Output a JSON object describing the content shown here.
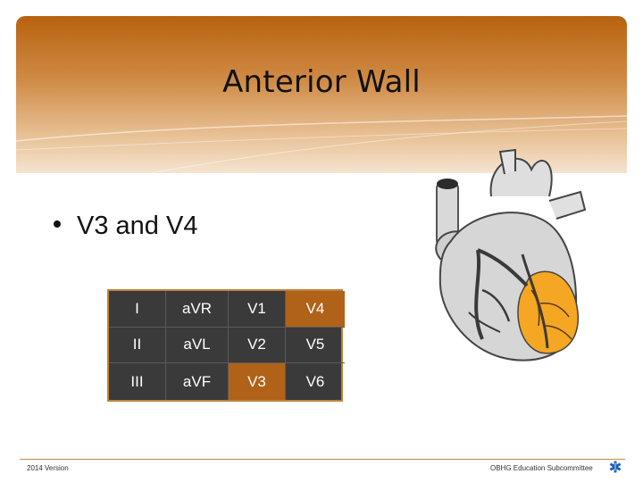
{
  "slide": {
    "title": "Anterior Wall",
    "bullet": "V3 and V4",
    "leads": [
      [
        "I",
        "aVR",
        "V1",
        "V4"
      ],
      [
        "II",
        "aVL",
        "V2",
        "V5"
      ],
      [
        "III",
        "aVF",
        "V3",
        "V6"
      ]
    ],
    "highlighted_leads": [
      "V3",
      "V4"
    ],
    "footer_left": "2014 Version",
    "footer_right": "OBHG Education Subcommittee"
  },
  "colors": {
    "header": "#b8620f",
    "highlight": "#b06219",
    "table_bg": "#3a3a3a",
    "infarct_area": "#f5a623"
  },
  "icons": [
    "heart-illustration",
    "star-of-life-icon"
  ]
}
